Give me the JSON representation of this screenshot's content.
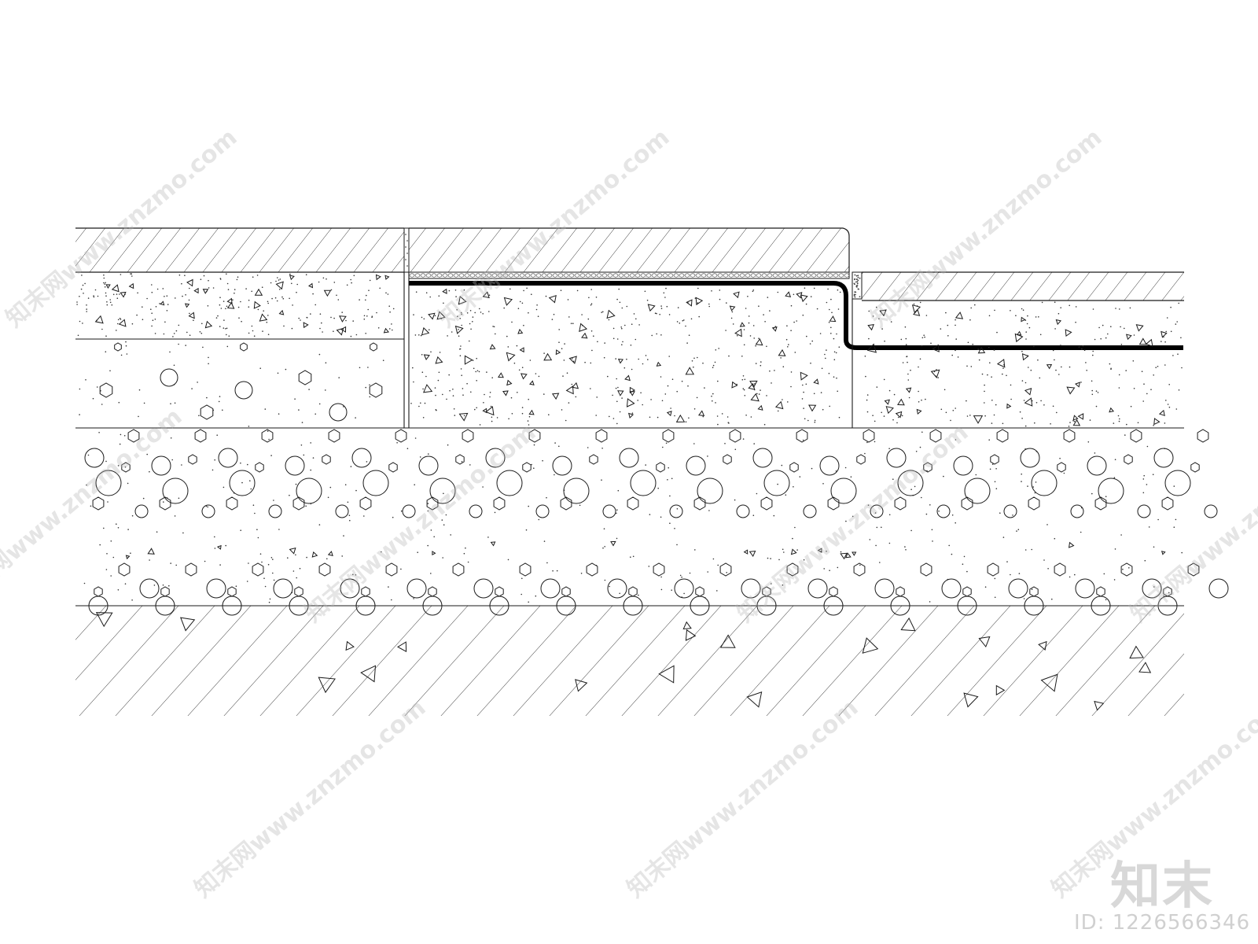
{
  "colors": {
    "line": "#1a1a1a",
    "membrane": "#000000",
    "watermark": "#cfcfcf"
  },
  "brand": {
    "logo": "知末",
    "id": "ID: 1226566346"
  },
  "watermark": {
    "text": "知末网www.znzmo.com"
  }
}
